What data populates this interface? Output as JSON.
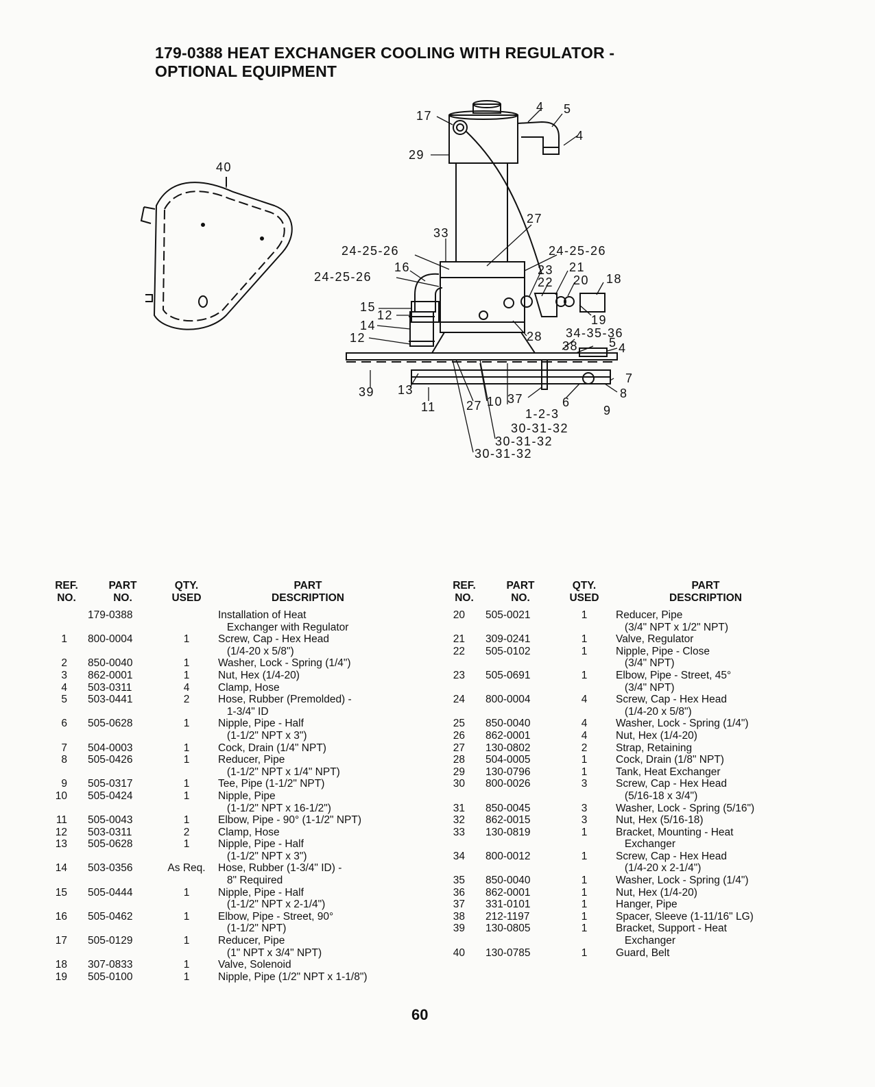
{
  "title": {
    "line1": "179-0388 HEAT EXCHANGER COOLING WITH REGULATOR -",
    "line2": "OPTIONAL EQUIPMENT"
  },
  "diagram_labels": {
    "l40": "40",
    "l17": "17",
    "l29": "29",
    "l4a": "4",
    "l5": "5",
    "l4b": "4",
    "l27": "27",
    "l33": "33",
    "l24a": "24-25-26",
    "l24b": "24-25-26",
    "l24c": "24-25-26",
    "l16": "16",
    "l23": "23",
    "l21": "21",
    "l22": "22",
    "l20": "20",
    "l18": "18",
    "l15": "15",
    "l12a": "12",
    "l14": "14",
    "l12b": "12",
    "l19": "19",
    "l28": "28",
    "l34": "34-35-36",
    "l38": "38",
    "l5b": "5",
    "l4c": "4",
    "l7": "7",
    "l8": "8",
    "l39": "39",
    "l13": "13",
    "l11": "11",
    "l27b": "27",
    "l10": "10",
    "l37": "37",
    "l6": "6",
    "l9": "9",
    "l123": "1-2-3",
    "l30a": "30-31-32",
    "l30b": "30-31-32",
    "l30c": "30-31-32"
  },
  "headers": {
    "ref": [
      "REF.",
      "NO."
    ],
    "part_no": [
      "PART",
      "NO."
    ],
    "qty": [
      "QTY.",
      "USED"
    ],
    "desc": [
      "PART",
      "DESCRIPTION"
    ]
  },
  "left_rows": [
    {
      "ref": "",
      "part": "179-0388",
      "qty": "",
      "desc": "Installation of Heat"
    },
    {
      "ref": "",
      "part": "",
      "qty": "",
      "desc": "   Exchanger with Regulator"
    },
    {
      "ref": "1",
      "part": "800-0004",
      "qty": "1",
      "desc": "Screw, Cap - Hex Head"
    },
    {
      "ref": "",
      "part": "",
      "qty": "",
      "desc": "   (1/4-20 x 5/8\")"
    },
    {
      "ref": "2",
      "part": "850-0040",
      "qty": "1",
      "desc": "Washer, Lock - Spring (1/4\")"
    },
    {
      "ref": "3",
      "part": "862-0001",
      "qty": "1",
      "desc": "Nut, Hex (1/4-20)"
    },
    {
      "ref": "4",
      "part": "503-0311",
      "qty": "4",
      "desc": "Clamp, Hose"
    },
    {
      "ref": "5",
      "part": "503-0441",
      "qty": "2",
      "desc": "Hose, Rubber (Premolded) -"
    },
    {
      "ref": "",
      "part": "",
      "qty": "",
      "desc": "   1-3/4\" ID"
    },
    {
      "ref": "6",
      "part": "505-0628",
      "qty": "1",
      "desc": "Nipple, Pipe - Half"
    },
    {
      "ref": "",
      "part": "",
      "qty": "",
      "desc": "   (1-1/2\" NPT x 3\")"
    },
    {
      "ref": "7",
      "part": "504-0003",
      "qty": "1",
      "desc": "Cock, Drain (1/4\" NPT)"
    },
    {
      "ref": "8",
      "part": "505-0426",
      "qty": "1",
      "desc": "Reducer, Pipe"
    },
    {
      "ref": "",
      "part": "",
      "qty": "",
      "desc": "   (1-1/2\" NPT x 1/4\" NPT)"
    },
    {
      "ref": "9",
      "part": "505-0317",
      "qty": "1",
      "desc": "Tee, Pipe (1-1/2\" NPT)"
    },
    {
      "ref": "10",
      "part": "505-0424",
      "qty": "1",
      "desc": "Nipple, Pipe"
    },
    {
      "ref": "",
      "part": "",
      "qty": "",
      "desc": "   (1-1/2\" NPT x 16-1/2\")"
    },
    {
      "ref": "11",
      "part": "505-0043",
      "qty": "1",
      "desc": "Elbow, Pipe - 90° (1-1/2\" NPT)"
    },
    {
      "ref": "12",
      "part": "503-0311",
      "qty": "2",
      "desc": "Clamp, Hose"
    },
    {
      "ref": "13",
      "part": "505-0628",
      "qty": "1",
      "desc": "Nipple, Pipe - Half"
    },
    {
      "ref": "",
      "part": "",
      "qty": "",
      "desc": "   (1-1/2\" NPT x 3\")"
    },
    {
      "ref": "14",
      "part": "503-0356",
      "qty": "As Req.",
      "desc": "Hose, Rubber (1-3/4\" ID) -"
    },
    {
      "ref": "",
      "part": "",
      "qty": "",
      "desc": "   8\" Required"
    },
    {
      "ref": "15",
      "part": "505-0444",
      "qty": "1",
      "desc": "Nipple, Pipe - Half"
    },
    {
      "ref": "",
      "part": "",
      "qty": "",
      "desc": "   (1-1/2\" NPT x 2-1/4\")"
    },
    {
      "ref": "16",
      "part": "505-0462",
      "qty": "1",
      "desc": "Elbow, Pipe - Street, 90°"
    },
    {
      "ref": "",
      "part": "",
      "qty": "",
      "desc": "   (1-1/2\" NPT)"
    },
    {
      "ref": "17",
      "part": "505-0129",
      "qty": "1",
      "desc": "Reducer, Pipe"
    },
    {
      "ref": "",
      "part": "",
      "qty": "",
      "desc": "   (1\" NPT x 3/4\" NPT)"
    },
    {
      "ref": "18",
      "part": "307-0833",
      "qty": "1",
      "desc": "Valve, Solenoid"
    },
    {
      "ref": "19",
      "part": "505-0100",
      "qty": "1",
      "desc": "Nipple, Pipe (1/2\" NPT x 1-1/8\")"
    }
  ],
  "right_rows": [
    {
      "ref": "20",
      "part": "505-0021",
      "qty": "1",
      "desc": "Reducer, Pipe"
    },
    {
      "ref": "",
      "part": "",
      "qty": "",
      "desc": "   (3/4\" NPT x 1/2\" NPT)"
    },
    {
      "ref": "21",
      "part": "309-0241",
      "qty": "1",
      "desc": "Valve, Regulator"
    },
    {
      "ref": "22",
      "part": "505-0102",
      "qty": "1",
      "desc": "Nipple, Pipe - Close"
    },
    {
      "ref": "",
      "part": "",
      "qty": "",
      "desc": "   (3/4\" NPT)"
    },
    {
      "ref": "23",
      "part": "505-0691",
      "qty": "1",
      "desc": "Elbow, Pipe - Street, 45°"
    },
    {
      "ref": "",
      "part": "",
      "qty": "",
      "desc": "   (3/4\" NPT)"
    },
    {
      "ref": "24",
      "part": "800-0004",
      "qty": "4",
      "desc": "Screw, Cap - Hex Head"
    },
    {
      "ref": "",
      "part": "",
      "qty": "",
      "desc": "   (1/4-20 x 5/8\")"
    },
    {
      "ref": "25",
      "part": "850-0040",
      "qty": "4",
      "desc": "Washer, Lock - Spring (1/4\")"
    },
    {
      "ref": "26",
      "part": "862-0001",
      "qty": "4",
      "desc": "Nut, Hex (1/4-20)"
    },
    {
      "ref": "27",
      "part": "130-0802",
      "qty": "2",
      "desc": "Strap, Retaining"
    },
    {
      "ref": "28",
      "part": "504-0005",
      "qty": "1",
      "desc": "Cock, Drain (1/8\" NPT)"
    },
    {
      "ref": "29",
      "part": "130-0796",
      "qty": "1",
      "desc": "Tank, Heat Exchanger"
    },
    {
      "ref": "30",
      "part": "800-0026",
      "qty": "3",
      "desc": "Screw, Cap - Hex Head"
    },
    {
      "ref": "",
      "part": "",
      "qty": "",
      "desc": "   (5/16-18 x 3/4\")"
    },
    {
      "ref": "31",
      "part": "850-0045",
      "qty": "3",
      "desc": "Washer, Lock - Spring (5/16\")"
    },
    {
      "ref": "32",
      "part": "862-0015",
      "qty": "3",
      "desc": "Nut, Hex (5/16-18)"
    },
    {
      "ref": "33",
      "part": "130-0819",
      "qty": "1",
      "desc": "Bracket, Mounting - Heat"
    },
    {
      "ref": "",
      "part": "",
      "qty": "",
      "desc": "   Exchanger"
    },
    {
      "ref": "34",
      "part": "800-0012",
      "qty": "1",
      "desc": "Screw, Cap - Hex Head"
    },
    {
      "ref": "",
      "part": "",
      "qty": "",
      "desc": "   (1/4-20 x 2-1/4\")"
    },
    {
      "ref": "35",
      "part": "850-0040",
      "qty": "1",
      "desc": "Washer, Lock - Spring (1/4\")"
    },
    {
      "ref": "36",
      "part": "862-0001",
      "qty": "1",
      "desc": "Nut, Hex (1/4-20)"
    },
    {
      "ref": "37",
      "part": "331-0101",
      "qty": "1",
      "desc": "Hanger, Pipe"
    },
    {
      "ref": "38",
      "part": "212-1197",
      "qty": "1",
      "desc": "Spacer, Sleeve (1-11/16\" LG)"
    },
    {
      "ref": "39",
      "part": "130-0805",
      "qty": "1",
      "desc": "Bracket, Support - Heat"
    },
    {
      "ref": "",
      "part": "",
      "qty": "",
      "desc": "   Exchanger"
    },
    {
      "ref": "40",
      "part": "130-0785",
      "qty": "1",
      "desc": "Guard, Belt"
    }
  ],
  "page_number": "60"
}
